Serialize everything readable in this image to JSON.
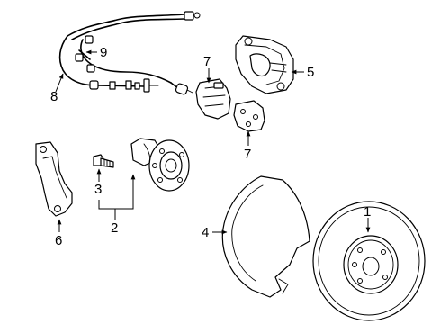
{
  "callouts": {
    "c1": "1",
    "c2": "2",
    "c3": "3",
    "c4": "4",
    "c5": "5",
    "c6": "6",
    "c7_top": "7",
    "c7_bottom": "7",
    "c8": "8",
    "c9": "9"
  },
  "colors": {
    "line": "#000000",
    "background": "#ffffff"
  }
}
